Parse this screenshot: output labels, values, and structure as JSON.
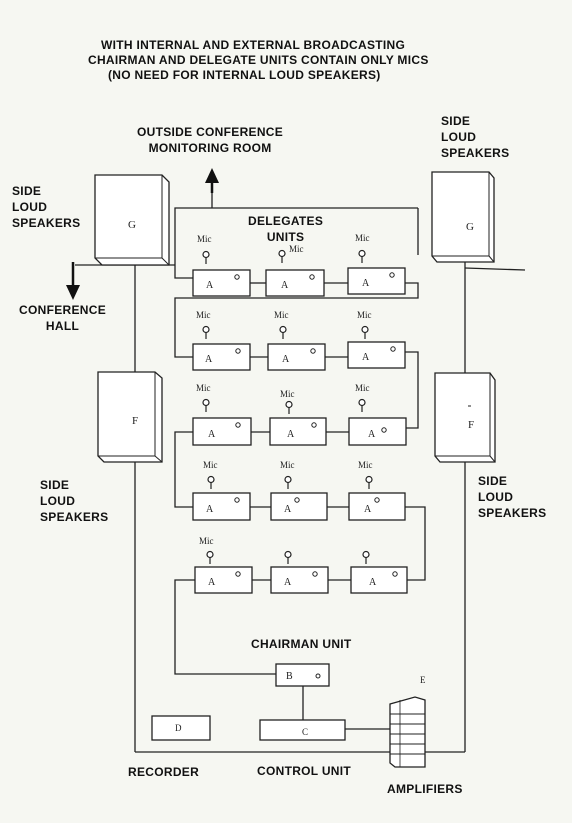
{
  "header": {
    "line1": "WITH INTERNAL AND EXTERNAL BROADCASTING",
    "line2": "CHAIRMAN AND DELEGATE UNITS CONTAIN ONLY MICS",
    "line3": "(NO NEED FOR INTERNAL LOUD SPEAKERS)"
  },
  "labels": {
    "outside_room": "OUTSIDE CONFERENCE\nMONITORING ROOM",
    "side_speakers_top_left": "SIDE\nLOUD\nSPEAKERS",
    "side_speakers_top_right": "SIDE\nLOUD\nSPEAKERS",
    "side_speakers_mid_left": "SIDE\nLOUD\nSPEAKERS",
    "side_speakers_mid_right": "SIDE\nLOUD\nSPEAKERS",
    "conference_hall": "CONFERENCE\nHALL",
    "delegates_units": "DELEGATES\nUNITS",
    "chairman_unit": "CHAIRMAN UNIT",
    "recorder": "RECORDER",
    "control_unit": "CONTROL UNIT",
    "amplifiers": "AMPLIFIERS"
  },
  "box_letters": {
    "speaker_top": "G",
    "speaker_mid": "F",
    "delegate": "A",
    "chairman": "B",
    "control": "C",
    "recorder": "D",
    "amplifier": "E"
  },
  "mic_label": "Mic"
}
